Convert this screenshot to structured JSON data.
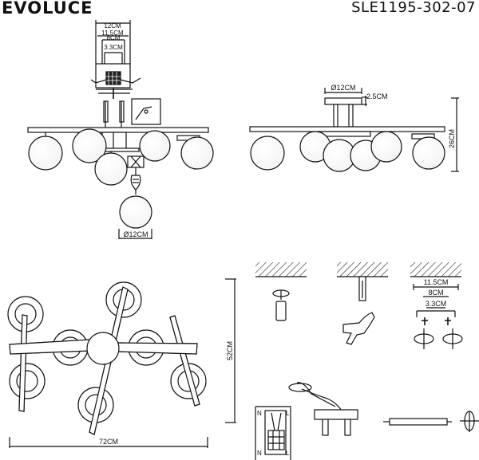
{
  "header": {
    "brand": "EVOLUCE",
    "model_code": "SLE1195-302-07"
  },
  "front_view": {
    "mount_dims": [
      "12CM",
      "11.5CM",
      "8CM",
      "3.3CM"
    ],
    "bulb_label": "Ø12CM"
  },
  "side_view": {
    "canopy_label": "Ø12CM",
    "canopy_depth": "2.5CM",
    "height_label": "26CM"
  },
  "top_view": {
    "width_label": "72CM",
    "depth_label": "52CM"
  },
  "install_steps": {
    "bracket_dims": [
      "11.5CM",
      "8CM",
      "3.3CM"
    ],
    "wiring_marks": [
      "N",
      "L",
      "N",
      "L"
    ]
  }
}
